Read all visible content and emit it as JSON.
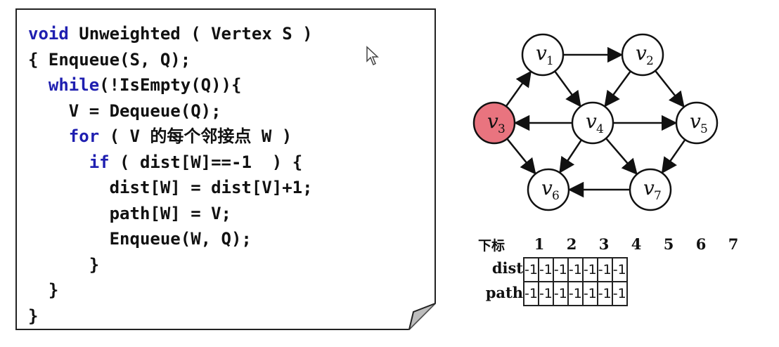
{
  "code": {
    "lines": [
      [
        {
          "t": "void",
          "k": true
        },
        {
          "t": " Unweighted ( Vertex S )",
          "k": false
        }
      ],
      [
        {
          "t": "{ Enqueue(S, Q);",
          "k": false
        }
      ],
      [
        {
          "t": "  ",
          "k": false
        },
        {
          "t": "while",
          "k": true
        },
        {
          "t": "(!IsEmpty(Q)){",
          "k": false
        }
      ],
      [
        {
          "t": "    V = Dequeue(Q);",
          "k": false
        }
      ],
      [
        {
          "t": "    ",
          "k": false
        },
        {
          "t": "for",
          "k": true
        },
        {
          "t": " ( V 的每个邻接点 W )",
          "k": false
        }
      ],
      [
        {
          "t": "      ",
          "k": false
        },
        {
          "t": "if",
          "k": true
        },
        {
          "t": " ( dist[W]==-1  ) {",
          "k": false
        }
      ],
      [
        {
          "t": "        dist[W] = dist[V]+1;",
          "k": false
        }
      ],
      [
        {
          "t": "        path[W] = V;",
          "k": false
        }
      ],
      [
        {
          "t": "        Enqueue(W, Q);",
          "k": false
        }
      ],
      [
        {
          "t": "      }",
          "k": false
        }
      ],
      [
        {
          "t": "  }",
          "k": false
        }
      ],
      [
        {
          "t": "}",
          "k": false
        }
      ]
    ]
  },
  "graph": {
    "nodes": [
      {
        "id": "v1",
        "letter": "v",
        "sub": "1",
        "highlight": false
      },
      {
        "id": "v2",
        "letter": "v",
        "sub": "2",
        "highlight": false
      },
      {
        "id": "v3",
        "letter": "v",
        "sub": "3",
        "highlight": true
      },
      {
        "id": "v4",
        "letter": "v",
        "sub": "4",
        "highlight": false
      },
      {
        "id": "v5",
        "letter": "v",
        "sub": "5",
        "highlight": false
      },
      {
        "id": "v6",
        "letter": "v",
        "sub": "6",
        "highlight": false
      },
      {
        "id": "v7",
        "letter": "v",
        "sub": "7",
        "highlight": false
      }
    ],
    "edges": [
      [
        "v3",
        "v1"
      ],
      [
        "v1",
        "v2"
      ],
      [
        "v1",
        "v4"
      ],
      [
        "v2",
        "v4"
      ],
      [
        "v2",
        "v5"
      ],
      [
        "v4",
        "v3"
      ],
      [
        "v3",
        "v6"
      ],
      [
        "v4",
        "v5"
      ],
      [
        "v4",
        "v6"
      ],
      [
        "v4",
        "v7"
      ],
      [
        "v5",
        "v7"
      ],
      [
        "v7",
        "v6"
      ]
    ],
    "colors": {
      "highlight": "#e9747f",
      "node": "#ffffff",
      "stroke": "#111111"
    }
  },
  "table": {
    "index_label": "下标",
    "indices": [
      "1",
      "2",
      "3",
      "4",
      "5",
      "6",
      "7"
    ],
    "rows": [
      {
        "label": "dist",
        "values": [
          "-1",
          "-1",
          "-1",
          "-1",
          "-1",
          "-1",
          "-1"
        ]
      },
      {
        "label": "path",
        "values": [
          "-1",
          "-1",
          "-1",
          "-1",
          "-1",
          "-1",
          "-1"
        ]
      }
    ]
  }
}
